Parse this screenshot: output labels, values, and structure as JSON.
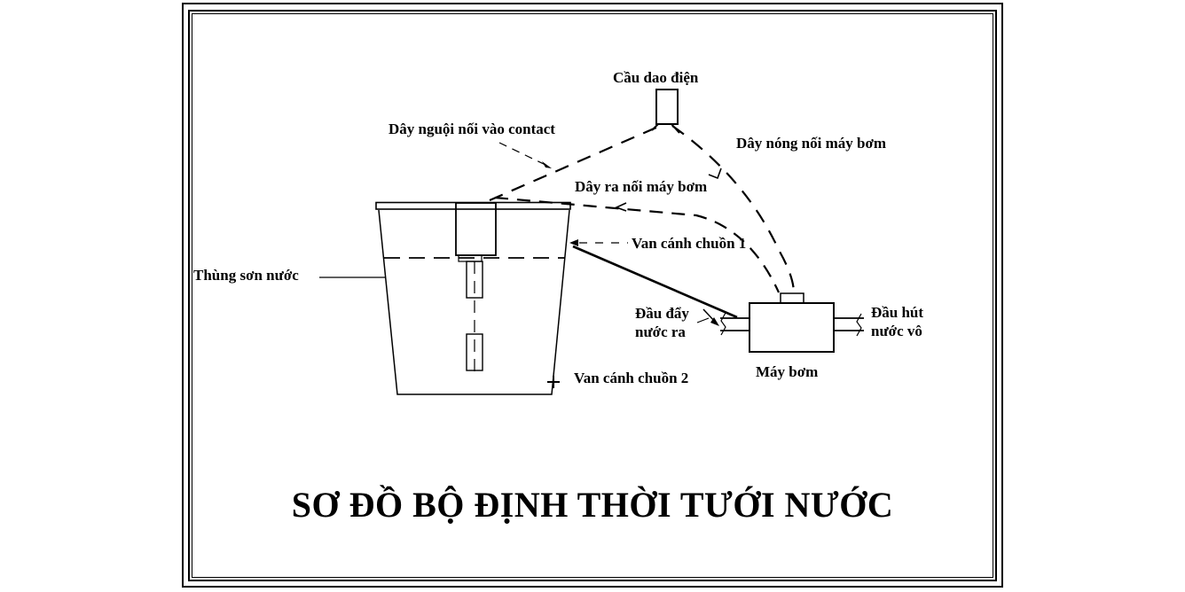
{
  "diagram": {
    "title": "SƠ ĐỒ BỘ ĐỊNH THỜI TƯỚI NƯỚC",
    "labels": {
      "switch": "Cầu dao điện",
      "neutral_wire": "Dây nguội nối vào contact",
      "hot_wire": "Dây nóng nối máy bơm",
      "output_wire": "Dây ra nối máy bơm",
      "butterfly_valve_1": "Van cánh chuồn 1",
      "paint_tank": "Thùng sơn nước",
      "water_outlet": "Đầu đẩy\nnước ra",
      "water_inlet": "Đầu hút\nnước vô",
      "pump": "Máy bơm",
      "butterfly_valve_2": "Van cánh chuồn 2"
    },
    "colors": {
      "ink": "#000000",
      "background": "#ffffff"
    }
  }
}
